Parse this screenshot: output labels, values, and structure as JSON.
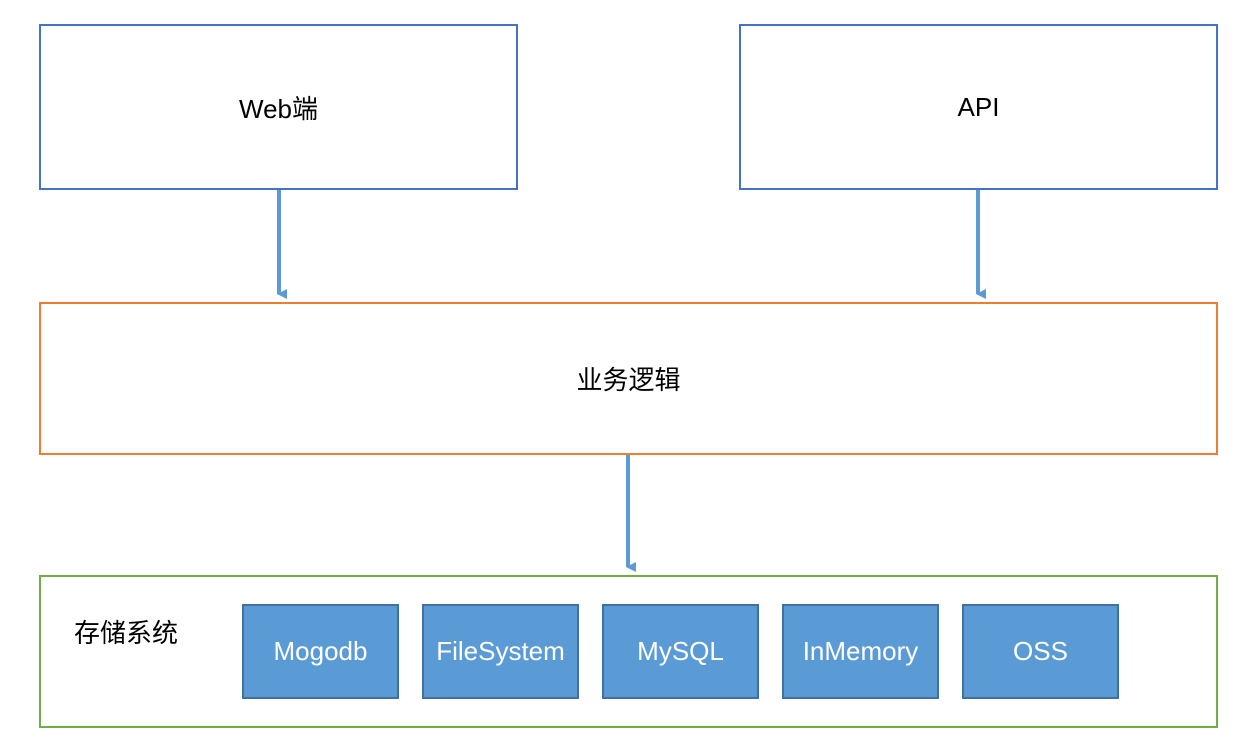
{
  "diagram": {
    "web_label": "Web端",
    "api_label": "API",
    "logic_label": "业务逻辑",
    "storage_label": "存储系统",
    "storage_items": [
      "Mogodb",
      "FileSystem",
      "MySQL",
      "InMemory",
      "OSS"
    ],
    "colors": {
      "blue_border": "#4472C4",
      "orange_border": "#ED7D31",
      "green_border": "#70AD47",
      "item_fill": "#5B9BD5",
      "item_border": "#41719C",
      "arrow": "#5B9BD5"
    }
  }
}
